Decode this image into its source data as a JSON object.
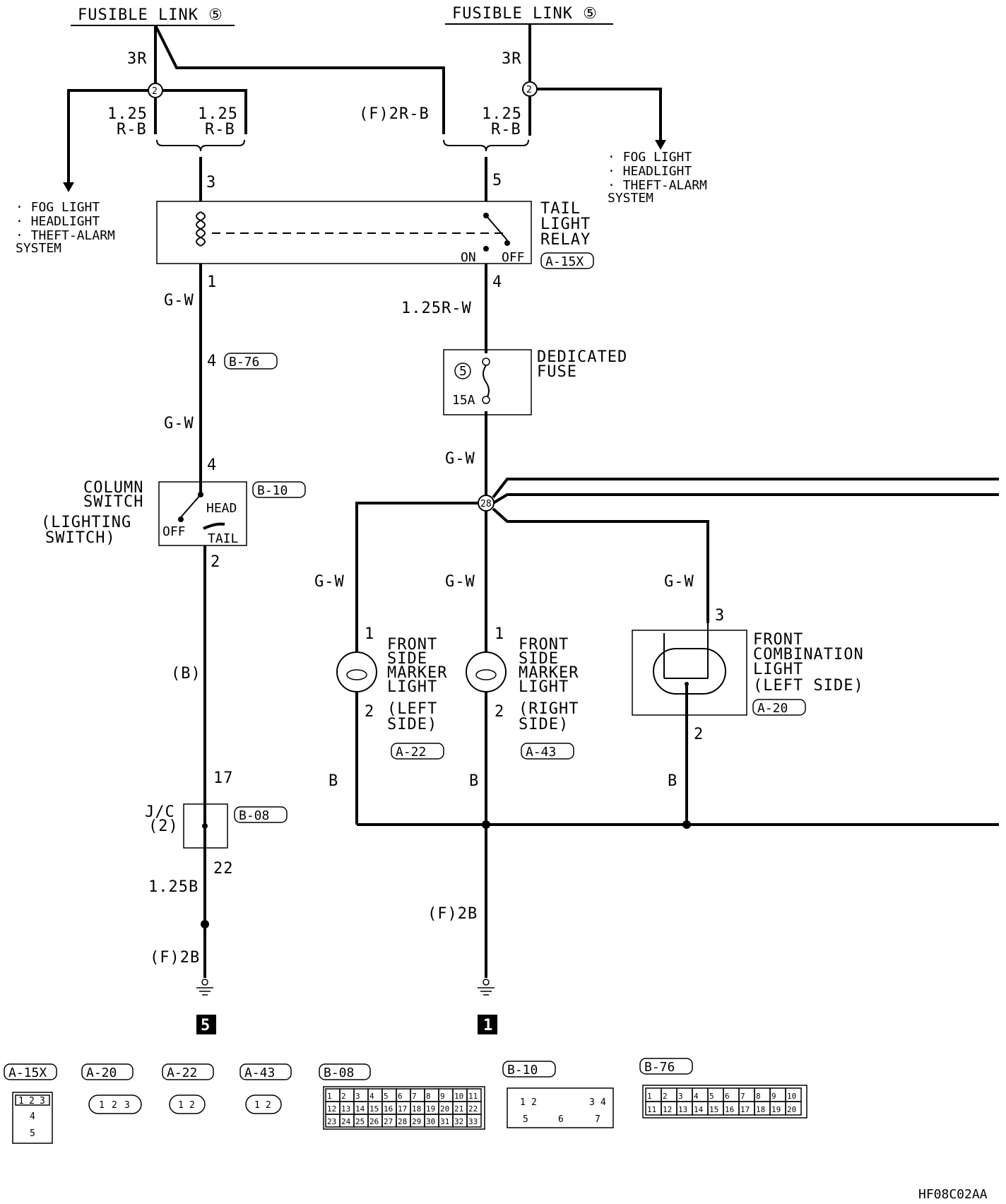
{
  "top_left": {
    "fusible_link": "FUSIBLE LINK ⑤",
    "wire_3r": "3R",
    "splice": "2",
    "wire_a_size": "1.25",
    "wire_a_color": "R-B",
    "wire_b_size": "1.25",
    "wire_b_color": "R-B",
    "list": [
      "· FOG LIGHT",
      "· HEADLIGHT",
      "· THEFT-ALARM",
      "  SYSTEM"
    ]
  },
  "top_right": {
    "fusible_link": "FUSIBLE LINK ⑤",
    "wire_3r": "3R",
    "splice": "2",
    "wire_f": "(F)2R-B",
    "wire_a_size": "1.25",
    "wire_a_color": "R-B",
    "list": [
      "· FOG LIGHT",
      "· HEADLIGHT",
      "· THEFT-ALARM",
      "  SYSTEM"
    ]
  },
  "relay": {
    "name": [
      "TAIL",
      "LIGHT",
      "RELAY"
    ],
    "connector": "A-15X",
    "pin_coil_in": "3",
    "pin_coil_out": "1",
    "pin_sw_in": "5",
    "pin_sw_out": "4",
    "on": "ON",
    "off": "OFF"
  },
  "left_chain": {
    "wire1": "G-W",
    "conn_pin": "4",
    "conn": "B-76",
    "wire2": "G-W",
    "switch_pin_in": "4",
    "switch_name": [
      "COLUMN",
      "SWITCH",
      "(LIGHTING",
      "SWITCH)"
    ],
    "switch_conn": "B-10",
    "switch_off": "OFF",
    "switch_head": "HEAD",
    "switch_tail": "TAIL",
    "switch_pin_out": "2",
    "wire3": "(B)",
    "jc_pin_in": "17",
    "jc_name": [
      "J/C",
      "(2)"
    ],
    "jc_conn": "B-08",
    "jc_pin_out": "22",
    "wire4": "1.25B",
    "wire5": "(F)2B",
    "ground": "5"
  },
  "right_chain": {
    "wire1": "1.25R-W",
    "fuse_num": "5",
    "fuse_amp": "15A",
    "fuse_name": [
      "DEDICATED",
      "FUSE"
    ],
    "wire2": "G-W",
    "splice": "28",
    "wire_left": "G-W",
    "wire_mid": "G-W",
    "wire_right": "G-W",
    "wire_ground": "(F)2B",
    "ground": "1"
  },
  "lights": [
    {
      "pin_in": "1",
      "pin_out": "2",
      "name": [
        "FRONT",
        "SIDE",
        "MARKER",
        "LIGHT"
      ],
      "side": [
        "(LEFT",
        " SIDE)"
      ],
      "conn": "A-22",
      "wire_b": "B"
    },
    {
      "pin_in": "1",
      "pin_out": "2",
      "name": [
        "FRONT",
        "SIDE",
        "MARKER",
        "LIGHT"
      ],
      "side": [
        "(RIGHT",
        " SIDE)"
      ],
      "conn": "A-43",
      "wire_b": "B"
    },
    {
      "pin_in": "3",
      "pin_out": "2",
      "name": [
        "FRONT",
        "COMBINATION",
        "LIGHT",
        "(LEFT SIDE)"
      ],
      "side": [],
      "conn": "A-20",
      "wire_b": "B"
    }
  ],
  "connectors_legend": [
    {
      "id": "A-15X",
      "pins": [
        "1",
        "2",
        "3",
        "4",
        "5"
      ]
    },
    {
      "id": "A-20",
      "pins": [
        "1",
        "2",
        "3"
      ]
    },
    {
      "id": "A-22",
      "pins": [
        "1",
        "2"
      ]
    },
    {
      "id": "A-43",
      "pins": [
        "1",
        "2"
      ]
    },
    {
      "id": "B-08",
      "pins": [
        "1",
        "2",
        "3",
        "4",
        "5",
        "6",
        "7",
        "8",
        "9",
        "10",
        "11",
        "12",
        "13",
        "14",
        "15",
        "16",
        "17",
        "18",
        "19",
        "20",
        "21",
        "22",
        "23",
        "24",
        "25",
        "26",
        "27",
        "28",
        "29",
        "30",
        "31",
        "32",
        "33"
      ]
    },
    {
      "id": "B-10",
      "pins": [
        "1",
        "2",
        "3",
        "4",
        "5",
        "6",
        "7"
      ]
    },
    {
      "id": "B-76",
      "pins": [
        "1",
        "2",
        "3",
        "4",
        "5",
        "6",
        "7",
        "8",
        "9",
        "10",
        "11",
        "12",
        "13",
        "14",
        "15",
        "16",
        "17",
        "18",
        "19",
        "20"
      ]
    }
  ],
  "footer_code": "HF08C02AA",
  "colors": {
    "line": "#000000",
    "background": "#ffffff"
  }
}
